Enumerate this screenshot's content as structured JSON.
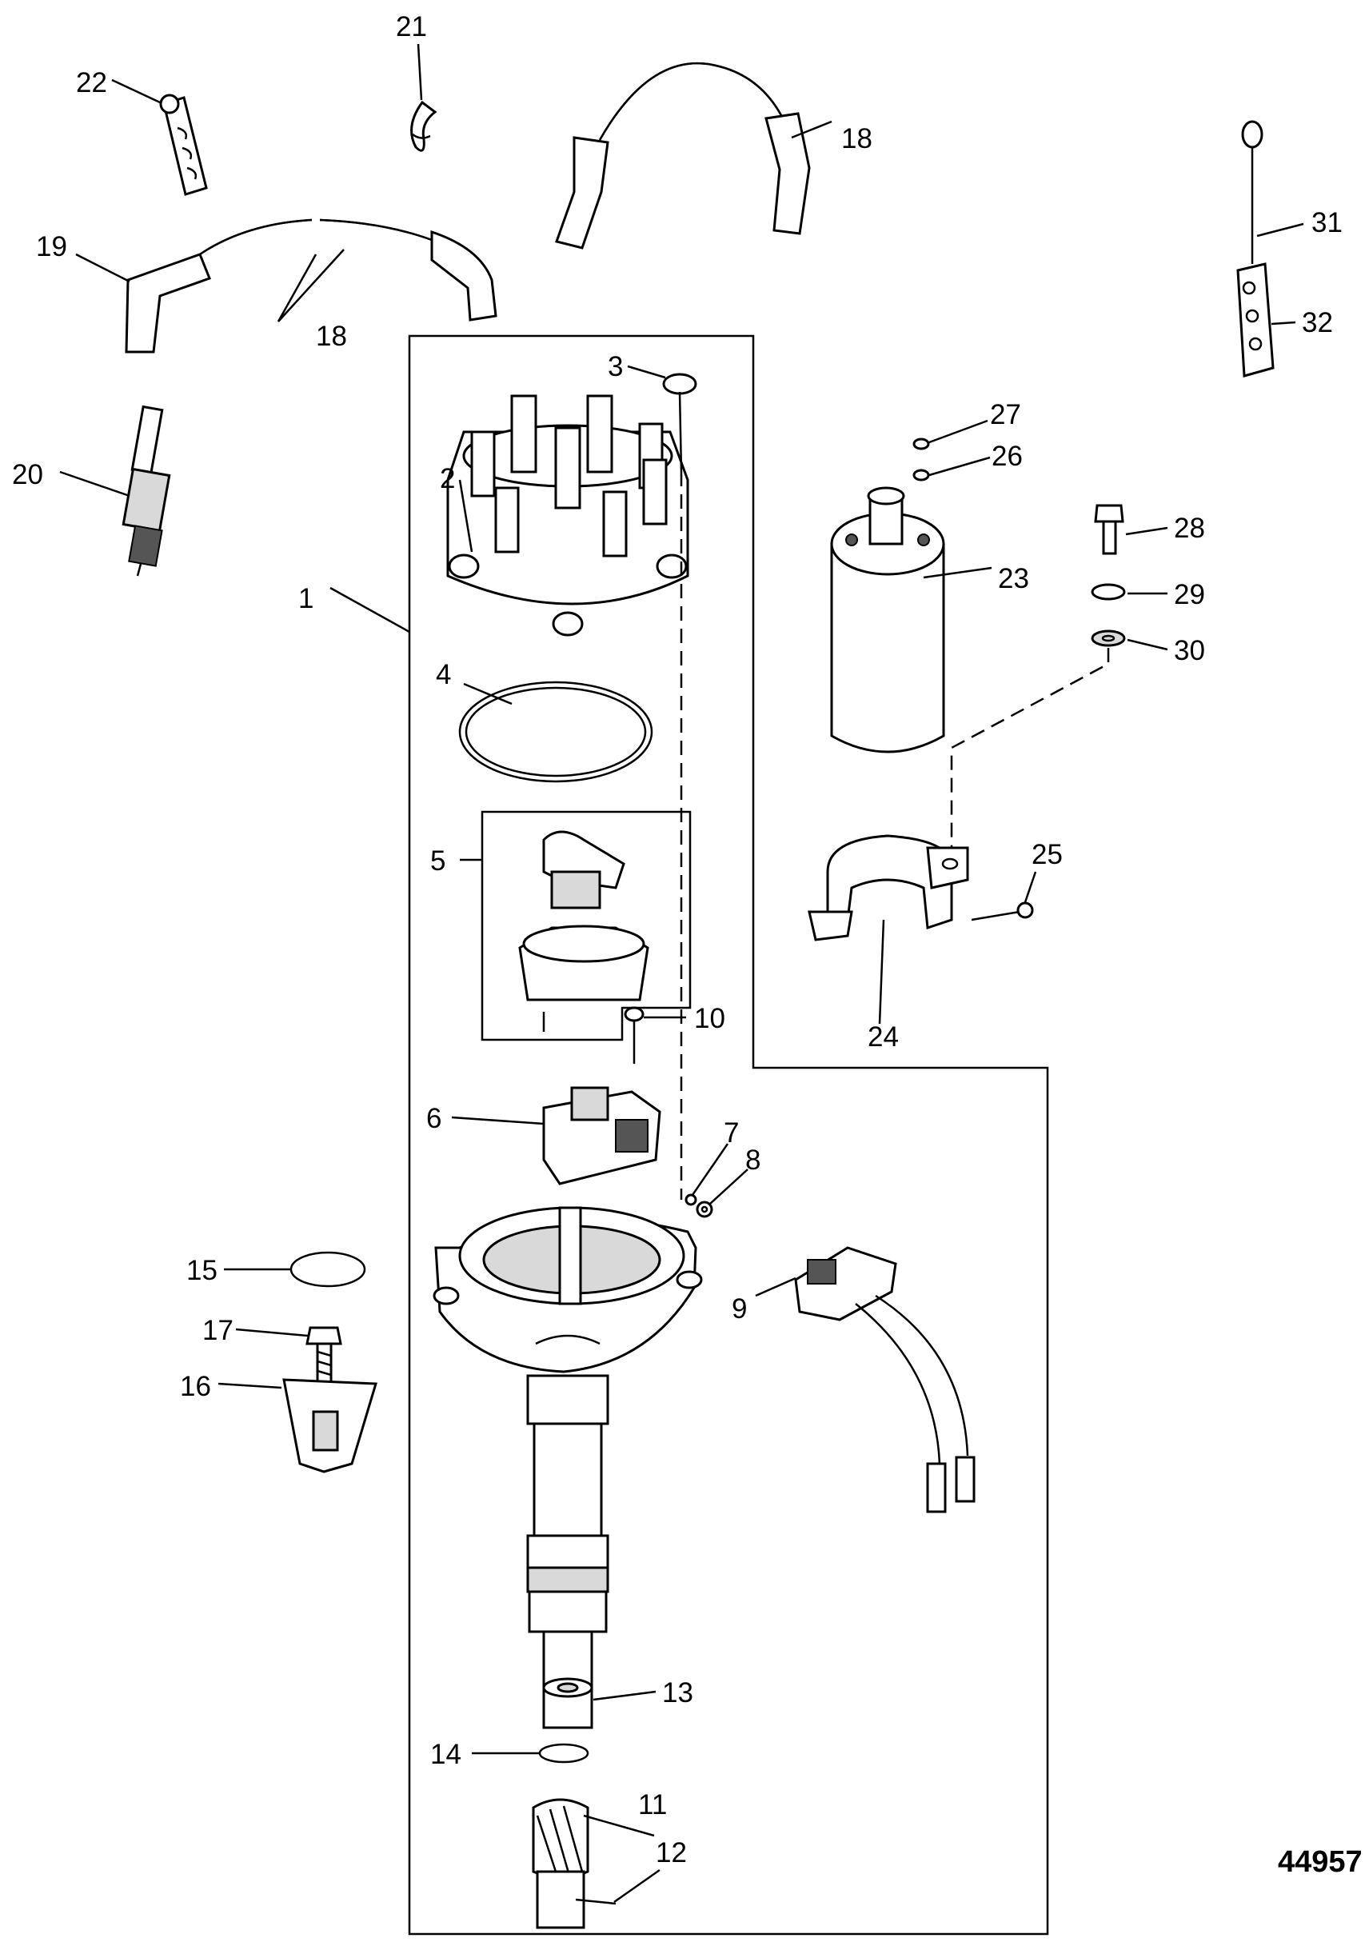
{
  "diagram": {
    "figure_number": "44957",
    "callouts": {
      "c1": "1",
      "c2": "2",
      "c3": "3",
      "c4": "4",
      "c5": "5",
      "c6": "6",
      "c7": "7",
      "c8": "8",
      "c9": "9",
      "c10": "10",
      "c11": "11",
      "c12": "12",
      "c13": "13",
      "c14": "14",
      "c15": "15",
      "c16": "16",
      "c17": "17",
      "c18a": "18",
      "c18b": "18",
      "c19": "19",
      "c20": "20",
      "c21": "21",
      "c22": "22",
      "c23": "23",
      "c24": "24",
      "c25": "25",
      "c26": "26",
      "c27": "27",
      "c28": "28",
      "c29": "29",
      "c30": "30",
      "c31": "31",
      "c32": "32"
    }
  }
}
